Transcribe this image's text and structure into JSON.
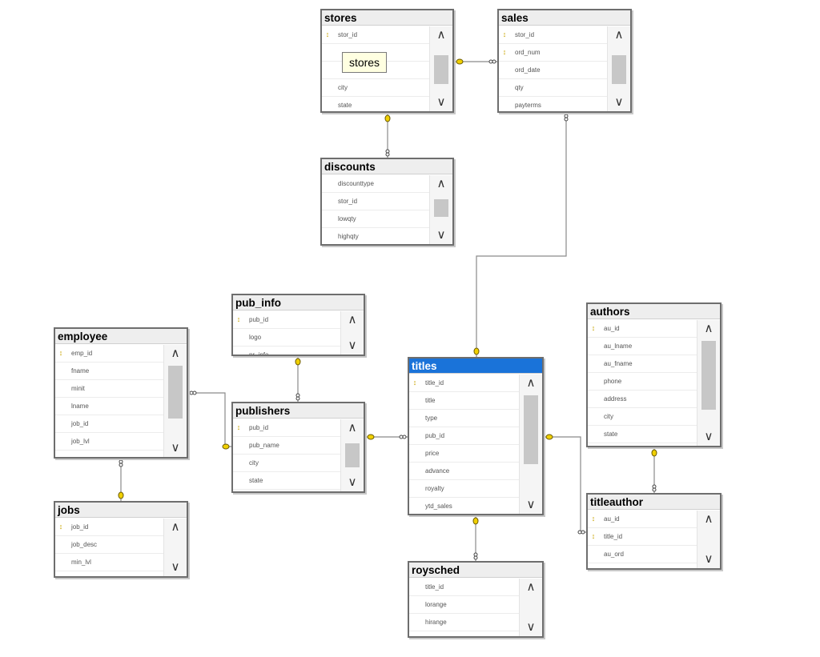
{
  "tooltip": {
    "text": "stores"
  },
  "tables": [
    {
      "id": "stores",
      "name": "stores",
      "selected": false,
      "columns": [
        {
          "name": "stor_id",
          "key": true
        },
        {
          "name": "",
          "key": false
        },
        {
          "name": "",
          "key": false
        },
        {
          "name": "city",
          "key": false
        },
        {
          "name": "state",
          "key": false
        }
      ]
    },
    {
      "id": "sales",
      "name": "sales",
      "selected": false,
      "columns": [
        {
          "name": "stor_id",
          "key": true
        },
        {
          "name": "ord_num",
          "key": true
        },
        {
          "name": "ord_date",
          "key": false
        },
        {
          "name": "qty",
          "key": false
        },
        {
          "name": "payterms",
          "key": false
        }
      ]
    },
    {
      "id": "discounts",
      "name": "discounts",
      "selected": false,
      "columns": [
        {
          "name": "discounttype",
          "key": false
        },
        {
          "name": "stor_id",
          "key": false
        },
        {
          "name": "lowqty",
          "key": false
        },
        {
          "name": "highqty",
          "key": false
        }
      ]
    },
    {
      "id": "pub_info",
      "name": "pub_info",
      "selected": false,
      "columns": [
        {
          "name": "pub_id",
          "key": true
        },
        {
          "name": "logo",
          "key": false
        },
        {
          "name": "pr_info",
          "key": false
        }
      ]
    },
    {
      "id": "employee",
      "name": "employee",
      "selected": false,
      "columns": [
        {
          "name": "emp_id",
          "key": true
        },
        {
          "name": "fname",
          "key": false
        },
        {
          "name": "minit",
          "key": false
        },
        {
          "name": "lname",
          "key": false
        },
        {
          "name": "job_id",
          "key": false
        },
        {
          "name": "job_lvl",
          "key": false
        }
      ]
    },
    {
      "id": "publishers",
      "name": "publishers",
      "selected": false,
      "columns": [
        {
          "name": "pub_id",
          "key": true
        },
        {
          "name": "pub_name",
          "key": false
        },
        {
          "name": "city",
          "key": false
        },
        {
          "name": "state",
          "key": false
        }
      ]
    },
    {
      "id": "titles",
      "name": "titles",
      "selected": true,
      "columns": [
        {
          "name": "title_id",
          "key": true
        },
        {
          "name": "title",
          "key": false
        },
        {
          "name": "type",
          "key": false
        },
        {
          "name": "pub_id",
          "key": false
        },
        {
          "name": "price",
          "key": false
        },
        {
          "name": "advance",
          "key": false
        },
        {
          "name": "royalty",
          "key": false
        },
        {
          "name": "ytd_sales",
          "key": false
        }
      ]
    },
    {
      "id": "authors",
      "name": "authors",
      "selected": false,
      "columns": [
        {
          "name": "au_id",
          "key": true
        },
        {
          "name": "au_lname",
          "key": false
        },
        {
          "name": "au_fname",
          "key": false
        },
        {
          "name": "phone",
          "key": false
        },
        {
          "name": "address",
          "key": false
        },
        {
          "name": "city",
          "key": false
        },
        {
          "name": "state",
          "key": false
        }
      ]
    },
    {
      "id": "jobs",
      "name": "jobs",
      "selected": false,
      "columns": [
        {
          "name": "job_id",
          "key": true
        },
        {
          "name": "job_desc",
          "key": false
        },
        {
          "name": "min_lvl",
          "key": false
        }
      ]
    },
    {
      "id": "titleauthor",
      "name": "titleauthor",
      "selected": false,
      "columns": [
        {
          "name": "au_id",
          "key": true
        },
        {
          "name": "title_id",
          "key": true
        },
        {
          "name": "au_ord",
          "key": false
        }
      ]
    },
    {
      "id": "roysched",
      "name": "roysched",
      "selected": false,
      "columns": [
        {
          "name": "title_id",
          "key": false
        },
        {
          "name": "lorange",
          "key": false
        },
        {
          "name": "hirange",
          "key": false
        }
      ]
    }
  ],
  "relationships": [
    {
      "from": "sales",
      "to": "stores"
    },
    {
      "from": "discounts",
      "to": "stores"
    },
    {
      "from": "sales",
      "to": "titles"
    },
    {
      "from": "publishers",
      "to": "pub_info"
    },
    {
      "from": "titles",
      "to": "publishers"
    },
    {
      "from": "employee",
      "to": "publishers"
    },
    {
      "from": "employee",
      "to": "jobs"
    },
    {
      "from": "titleauthor",
      "to": "titles"
    },
    {
      "from": "titleauthor",
      "to": "authors"
    },
    {
      "from": "roysched",
      "to": "titles"
    }
  ]
}
